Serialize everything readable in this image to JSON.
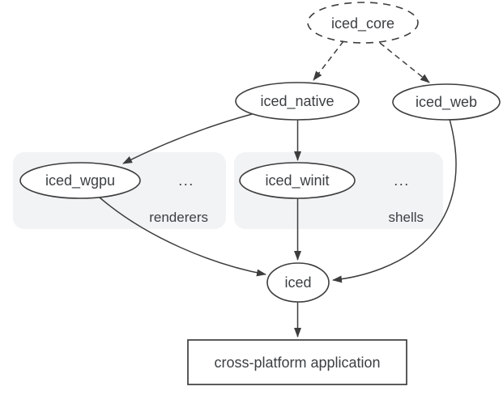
{
  "colors": {
    "stroke": "#3d3d3d",
    "text": "#3c4043",
    "accent_blue": "#1a73e8",
    "group_fill": "#f1f3f5",
    "node_fill": "#ffffff",
    "background": "#ffffff"
  },
  "nodes": {
    "iced_core": {
      "label": "iced_core",
      "shape": "ellipse-dashed"
    },
    "iced_native": {
      "label": "iced_native",
      "shape": "ellipse"
    },
    "iced_web": {
      "label": "iced_web",
      "shape": "ellipse"
    },
    "iced_wgpu": {
      "label": "iced_wgpu",
      "shape": "ellipse"
    },
    "iced_winit": {
      "label": "iced_winit",
      "shape": "ellipse"
    },
    "iced": {
      "label": "iced",
      "shape": "ellipse"
    },
    "app": {
      "label": "cross-platform application",
      "shape": "rect"
    }
  },
  "groups": {
    "renderers": {
      "label": "renderers",
      "ellipsis": "...",
      "contains": [
        "iced_wgpu"
      ]
    },
    "shells": {
      "label": "shells",
      "ellipsis": "...",
      "contains": [
        "iced_winit"
      ]
    }
  },
  "edges": [
    {
      "from": "iced_core",
      "to": "iced_native",
      "style": "dashed"
    },
    {
      "from": "iced_core",
      "to": "iced_web",
      "style": "dashed"
    },
    {
      "from": "iced_native",
      "to": "iced_wgpu",
      "style": "solid"
    },
    {
      "from": "iced_native",
      "to": "iced_winit",
      "style": "solid"
    },
    {
      "from": "iced_wgpu",
      "to": "iced",
      "style": "solid"
    },
    {
      "from": "iced_winit",
      "to": "iced",
      "style": "solid"
    },
    {
      "from": "iced_web",
      "to": "iced",
      "style": "solid"
    },
    {
      "from": "iced",
      "to": "app",
      "style": "solid"
    }
  ]
}
